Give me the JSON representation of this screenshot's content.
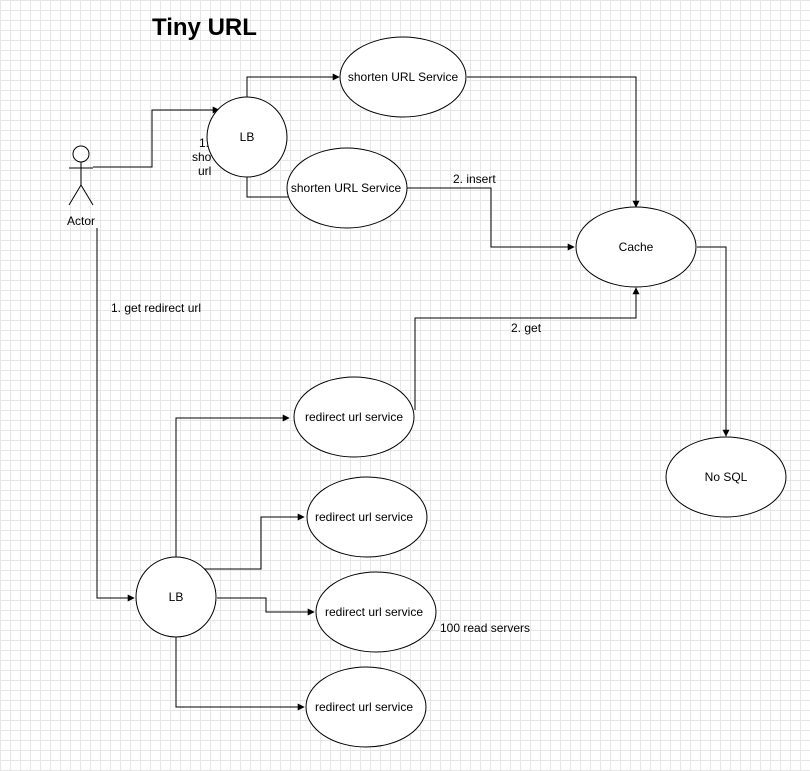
{
  "title": "Tiny URL",
  "actor": {
    "label": "Actor"
  },
  "nodes": {
    "lb_top": "LB",
    "shorten_service_1": "shorten URL Service",
    "shorten_service_2": "shorten URL Service",
    "cache": "Cache",
    "nosql": "No SQL",
    "lb_bottom": "LB",
    "redirect_1": "redirect url service",
    "redirect_2": "redirect url service",
    "redirect_3": "redirect url service",
    "redirect_4": "redirect url service"
  },
  "edge_labels": {
    "shorten_fragment_1": "1.",
    "shorten_fragment_2": "sho",
    "shorten_fragment_3": "url",
    "insert": "2. insert",
    "get_redirect": "1. get redirect url",
    "get": "2. get",
    "read_servers": "100 read servers"
  }
}
